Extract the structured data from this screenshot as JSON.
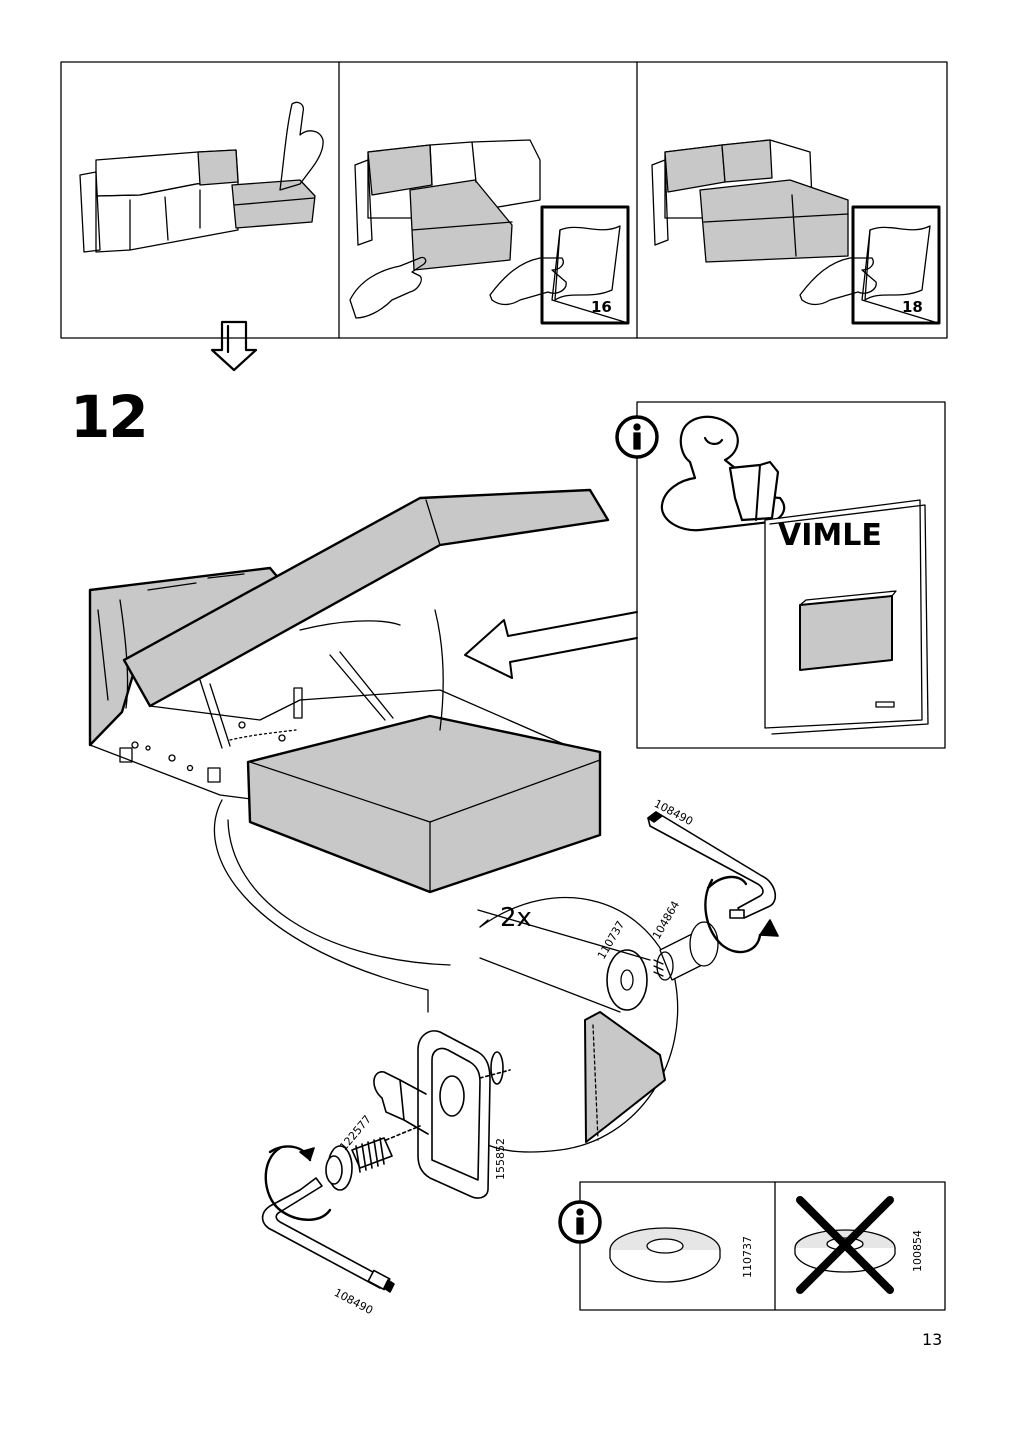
{
  "step": {
    "number": "12",
    "quantity": "2x"
  },
  "page": {
    "number": "13"
  },
  "top_panels": [
    {
      "id": "panel-1",
      "reference_page": ""
    },
    {
      "id": "panel-2",
      "reference_page": "16"
    },
    {
      "id": "panel-3",
      "reference_page": "18"
    }
  ],
  "info_booklet": {
    "title": "VIMLE",
    "icon": "info-icon"
  },
  "parts": {
    "hex_key_top": "108490",
    "hex_key_bottom": "108490",
    "washer": "110737",
    "barrel_nut": "104864",
    "screw": "122577",
    "bracket": "155852"
  },
  "washer_info": {
    "correct": "110737",
    "wrong": "100854"
  },
  "colors": {
    "fill_grey": "#c8c8c8",
    "line": "#000000"
  }
}
